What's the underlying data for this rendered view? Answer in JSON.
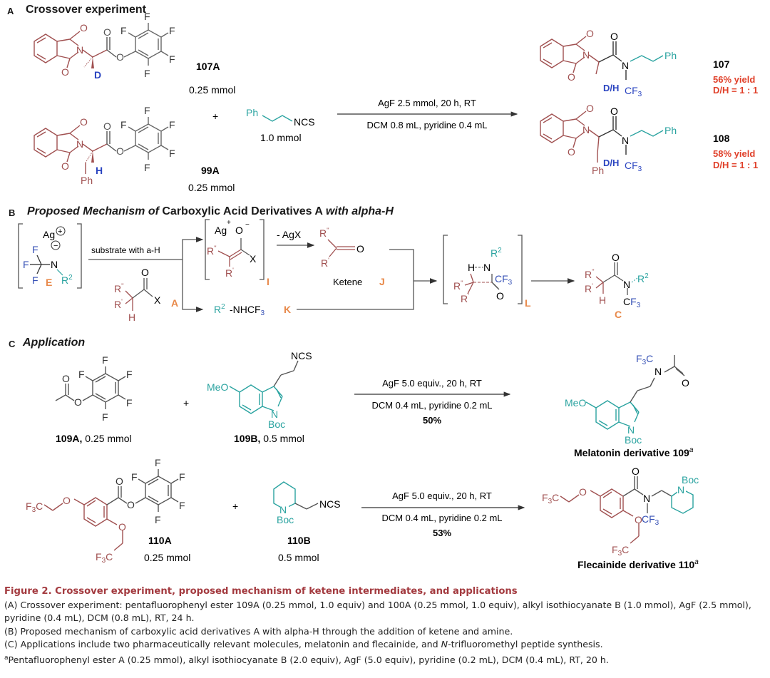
{
  "sections": {
    "A": {
      "letter": "A",
      "title": "Crossover experiment",
      "reactant1": {
        "id": "107A",
        "amount": "0.25 mmol",
        "label_D": "D"
      },
      "reactant2": {
        "id": "99A",
        "amount": "0.25 mmol",
        "label_H": "H",
        "ph": "Ph"
      },
      "plus": "+",
      "isothiocyanate": {
        "ph": "Ph",
        "ncs": "NCS",
        "amount": "1.0 mmol"
      },
      "conditions_top": "AgF 2.5 mmol, 20 h, RT",
      "conditions_bottom": "DCM 0.8 mL, pyridine 0.4 mL",
      "product1": {
        "id": "107",
        "yield": "56% yield",
        "ratio": "D/H = 1 : 1",
        "dh": "D/H"
      },
      "product2": {
        "id": "108",
        "yield": "58% yield",
        "ratio": "D/H = 1 : 1",
        "dh": "D/H"
      }
    },
    "B": {
      "letter": "B",
      "title_part1": "Proposed Mechanism of",
      "title_part2": "Carboxylic Acid Derivatives A",
      "title_part3": "with alpha-H",
      "E_label": "E",
      "arrow1_label": "substrate with a-H",
      "A_label": "A",
      "I_label": "I",
      "minus_agx": "- AgX",
      "ketene_label": "Ketene",
      "J_label": "J",
      "K_text": "R²-NHCF₃",
      "K_label": "K",
      "L_label": "L",
      "C_label": "C"
    },
    "C": {
      "letter": "C",
      "title": "Application",
      "rxn1": {
        "reactant_a": "109A,",
        "reactant_a_amount": "0.25 mmol",
        "plus": "+",
        "reactant_b": "109B,",
        "reactant_b_amount": "0.5 mmol",
        "conditions_top": "AgF 5.0 equiv., 20 h, RT",
        "conditions_bottom": "DCM 0.4 mL, pyridine 0.2 mL",
        "yield": "50%",
        "product_name": "Melatonin derivative",
        "product_id": "109",
        "footnote_mark": "a"
      },
      "rxn2": {
        "reactant_a": "110A",
        "reactant_a_amount": "0.25 mmol",
        "plus": "+",
        "reactant_b": "110B",
        "reactant_b_amount": "0.5 mmol",
        "conditions_top": "AgF 5.0 equiv., 20 h, RT",
        "conditions_bottom": "DCM 0.4 mL, pyridine 0.2 mL",
        "yield": "53%",
        "product_name": "Flecainide derivative",
        "product_id": "110",
        "footnote_mark": "a"
      }
    }
  },
  "caption": {
    "title": "Figure 2.  Crossover experiment, proposed mechanism of ketene intermediates, and applications",
    "line_a": "(A) Crossover experiment: pentafluorophenyl ester 109A (0.25 mmol, 1.0 equiv) and 100A (0.25 mmol, 1.0 equiv), alkyl isothiocyanate B (1.0 mmol), AgF (2.5 mmol), pyridine (0.4 mL), DCM (0.8 mL), RT, 24 h.",
    "line_b": "(B) Proposed mechanism of carboxylic acid derivatives A with alpha-H through the addition of ketene and amine.",
    "line_c_pre": "(C) Applications include two pharmaceutically relevant molecules, melatonin and flecainide, and ",
    "line_c_it": "N",
    "line_c_post": "-trifluoromethyl peptide synthesis.",
    "footnote_mark": "a",
    "footnote": "Pentafluorophenyl ester A (0.25 mmol), alkyl isothiocyanate B (2.0 equiv), AgF (5.0 equiv), pyridine (0.2 mL), DCM (0.4 mL), RT, 20 h."
  },
  "colors": {
    "brown": "#9b3b3b",
    "teal": "#2aa3a0",
    "blue": "#3550b5",
    "orange": "#e8894a",
    "red": "#e0402a",
    "caption_red": "#a33a3f"
  }
}
